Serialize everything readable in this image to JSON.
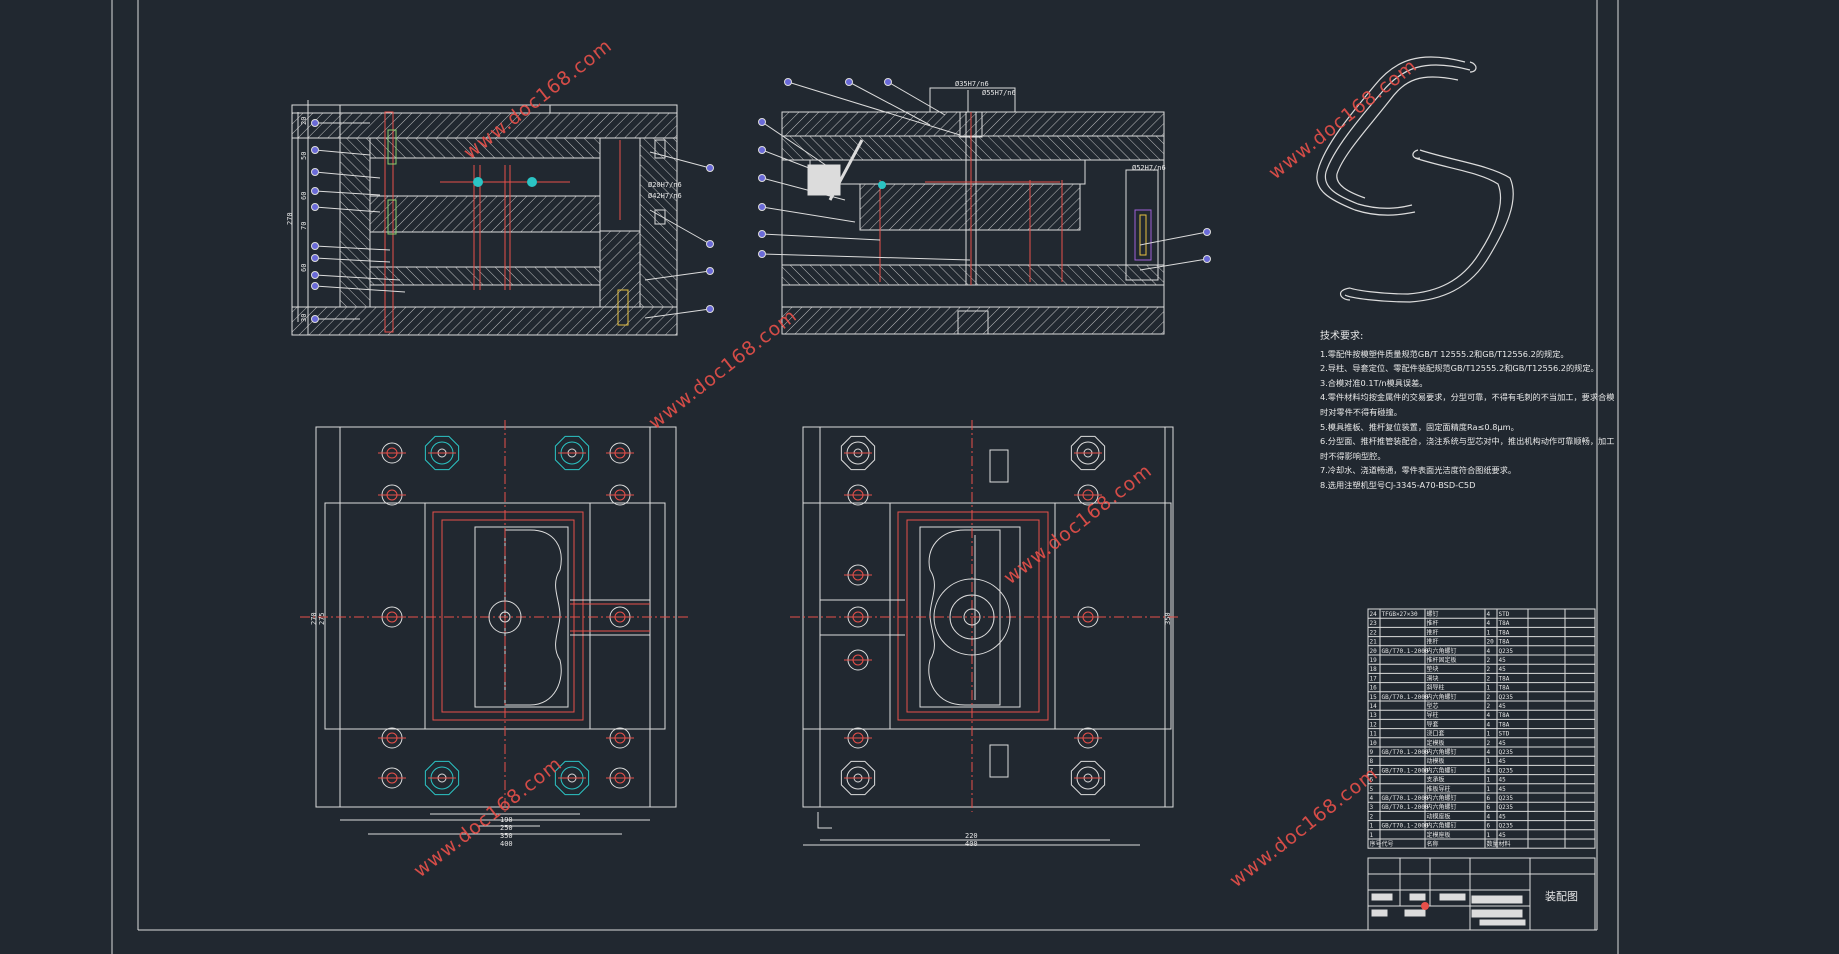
{
  "watermark": "www.doc168.com",
  "tech_req": {
    "title": "技术要求:",
    "items": [
      "1.零配件按模塑件质量规范GB/T 12555.2和GB/T12556.2的规定。",
      "2.导柱、导套定位、零配件装配规范GB/T12555.2和GB/T12556.2的规定。",
      "3.合模对准0.1T/n模具误差。",
      "4.零件材料均按金属件的交易要求，分型可靠，不得有毛刺的不当加工，要求合模时对零件不得有碰撞。",
      "5.模具推板、推杆复位装置，固定面精度Ra≤0.8μm。",
      "6.分型面、推杆推管装配合，浇注系统与型芯对中，推出机构动作可靠顺畅，加工时不得影响型腔。",
      "7.冷却水、浇道畅通，零件表面光洁度符合图纸要求。",
      "8.选用注塑机型号CJ-3345-A70-BSD-C5D"
    ]
  },
  "dims": {
    "top_left": [
      "20",
      "50",
      "60",
      "70",
      "60",
      "30",
      "270"
    ],
    "top_mid": [
      "Ø35H7/n6",
      "Ø55H7/n6",
      "Ø52H7/n6"
    ],
    "top_left_fits": [
      "Ø20H7/n6",
      "Ø42H7/n6"
    ],
    "plan_left_bottom": [
      "190",
      "250",
      "350",
      "400"
    ],
    "plan_left_side": [
      "270",
      "275"
    ],
    "plan_right_bottom": [
      "220",
      "400"
    ],
    "plan_right_side": [
      "350"
    ]
  },
  "bom": {
    "rows": [
      [
        "24",
        "TFGB×27×30",
        "螺钉",
        "4",
        "STD"
      ],
      [
        "23",
        "",
        "推杆",
        "4",
        "T8A"
      ],
      [
        "22",
        "",
        "推杆",
        "1",
        "T8A"
      ],
      [
        "21",
        "",
        "推杆",
        "20",
        "T8A"
      ],
      [
        "20",
        "GB/T70.1-2000",
        "内六角螺钉",
        "4",
        "Q235"
      ],
      [
        "19",
        "",
        "推杆固定板",
        "2",
        "45"
      ],
      [
        "18",
        "",
        "垫块",
        "2",
        "45"
      ],
      [
        "17",
        "",
        "滑块",
        "2",
        "T8A"
      ],
      [
        "16",
        "",
        "斜导柱",
        "1",
        "T8A"
      ],
      [
        "15",
        "GB/T70.1-2000",
        "内六角螺钉",
        "2",
        "Q235"
      ],
      [
        "14",
        "",
        "型芯",
        "2",
        "45"
      ],
      [
        "13",
        "",
        "导柱",
        "4",
        "T8A"
      ],
      [
        "12",
        "",
        "导套",
        "4",
        "T8A"
      ],
      [
        "11",
        "",
        "浇口套",
        "1",
        "STD"
      ],
      [
        "10",
        "",
        "定模板",
        "2",
        "45"
      ],
      [
        "9",
        "GB/T70.1-2000",
        "内六角螺钉",
        "4",
        "Q235"
      ],
      [
        "8",
        "",
        "动模板",
        "1",
        "45"
      ],
      [
        "7",
        "GB/T70.1-2000",
        "内六角螺钉",
        "4",
        "Q235"
      ],
      [
        "6",
        "",
        "支承板",
        "1",
        "45"
      ],
      [
        "5",
        "",
        "推板导柱",
        "1",
        "45"
      ],
      [
        "4",
        "GB/T70.1-2000",
        "内六角螺钉",
        "6",
        "Q235"
      ],
      [
        "3",
        "GB/T70.1-2000",
        "内六角螺钉",
        "6",
        "Q235"
      ],
      [
        "2",
        "",
        "动模座板",
        "4",
        "45"
      ],
      [
        "1",
        "GB/T70.1-2000",
        "内六角螺钉",
        "6",
        "Q235"
      ],
      [
        "1",
        "",
        "定模座板",
        "1",
        "45"
      ]
    ],
    "header": [
      "序号",
      "代号",
      "名称",
      "数量",
      "材料"
    ],
    "title": "装配图"
  }
}
